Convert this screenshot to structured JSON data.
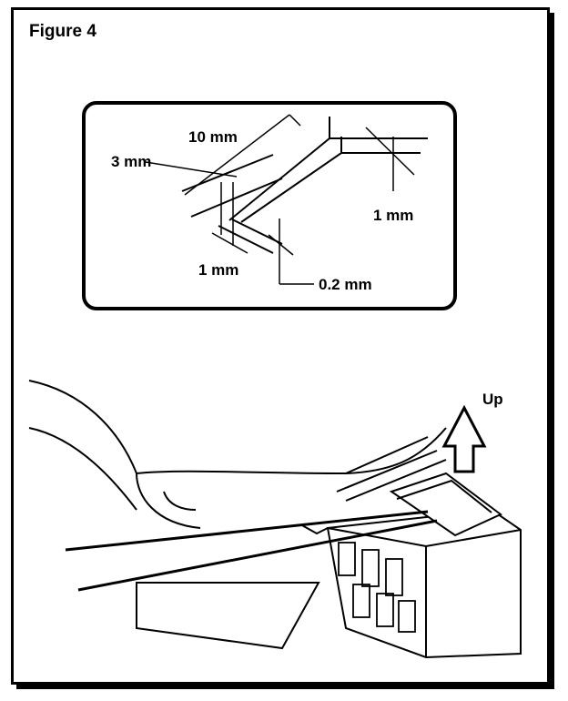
{
  "figure": {
    "title": "Figure 4"
  },
  "inset": {
    "dim_10mm": "10 mm",
    "dim_3mm": "3 mm",
    "dim_1mm_right": "1 mm",
    "dim_1mm_left": "1 mm",
    "dim_02mm": "0.2 mm"
  },
  "illustration": {
    "direction_label": "Up"
  },
  "colors": {
    "ink": "#000000",
    "paper": "#ffffff"
  }
}
